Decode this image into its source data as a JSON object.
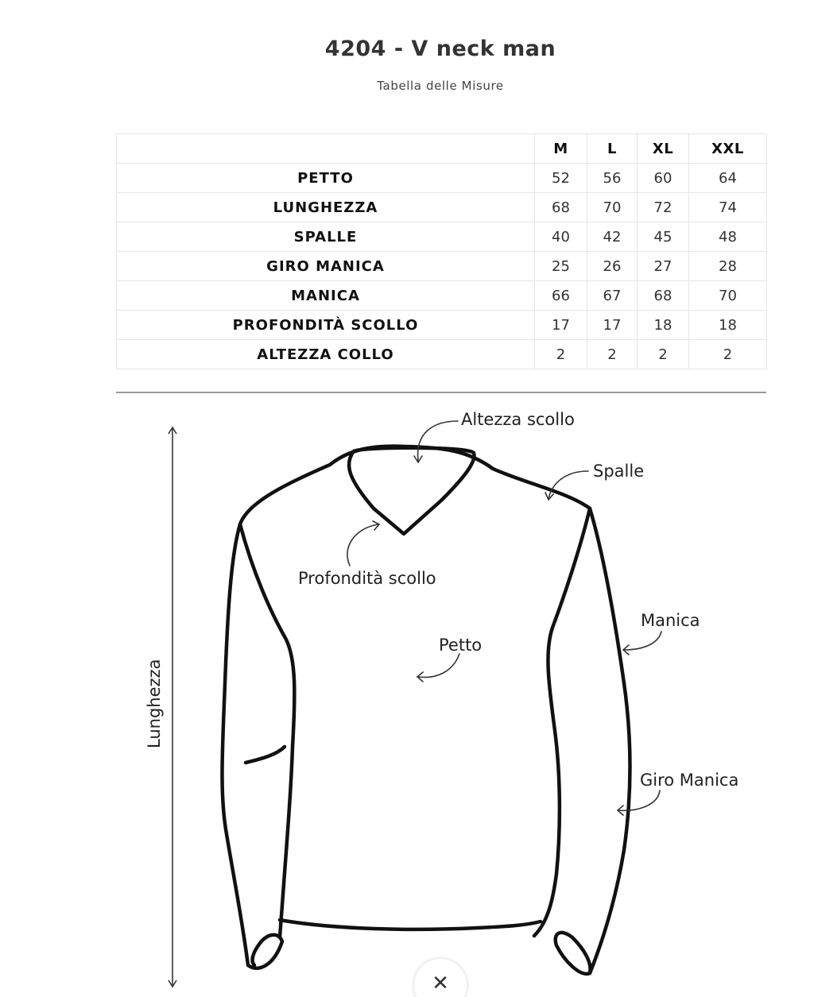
{
  "title": "4204 - V neck man",
  "subtitle": "Tabella delle Misure",
  "table": {
    "corner": "",
    "columns": [
      "M",
      "L",
      "XL",
      "XXL"
    ],
    "rows": [
      {
        "label": "PETTO",
        "values": [
          "52",
          "56",
          "60",
          "64"
        ]
      },
      {
        "label": "LUNGHEZZA",
        "values": [
          "68",
          "70",
          "72",
          "74"
        ]
      },
      {
        "label": "SPALLE",
        "values": [
          "40",
          "42",
          "45",
          "48"
        ]
      },
      {
        "label": "GIRO MANICA",
        "values": [
          "25",
          "26",
          "27",
          "28"
        ]
      },
      {
        "label": "MANICA",
        "values": [
          "66",
          "67",
          "68",
          "70"
        ]
      },
      {
        "label": "PROFONDITÀ SCOLLO",
        "values": [
          "17",
          "17",
          "18",
          "18"
        ]
      },
      {
        "label": "ALTEZZA COLLO",
        "values": [
          "2",
          "2",
          "2",
          "2"
        ]
      }
    ]
  },
  "diagram": {
    "labels": {
      "altezza_scollo": "Altezza scollo",
      "spalle": "Spalle",
      "profondita_scollo": "Profondità scollo",
      "petto": "Petto",
      "manica": "Manica",
      "giro_manica": "Giro Manica",
      "lunghezza": "Lunghezza"
    }
  },
  "close_button": {
    "icon": "close-icon",
    "glyph": "✕"
  }
}
